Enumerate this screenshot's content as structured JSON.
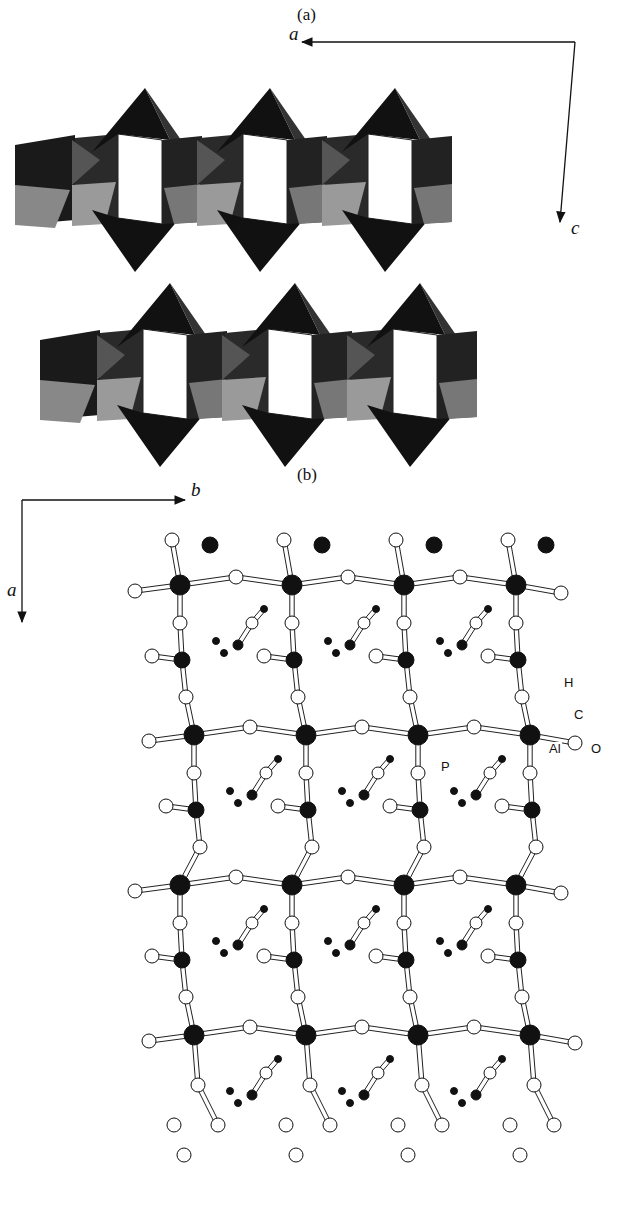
{
  "diagram": {
    "labels": [
      "(a)",
      "a",
      "c",
      "(b)",
      "b",
      "a",
      "H",
      "C",
      "Al",
      "O",
      "P"
    ]
  }
}
